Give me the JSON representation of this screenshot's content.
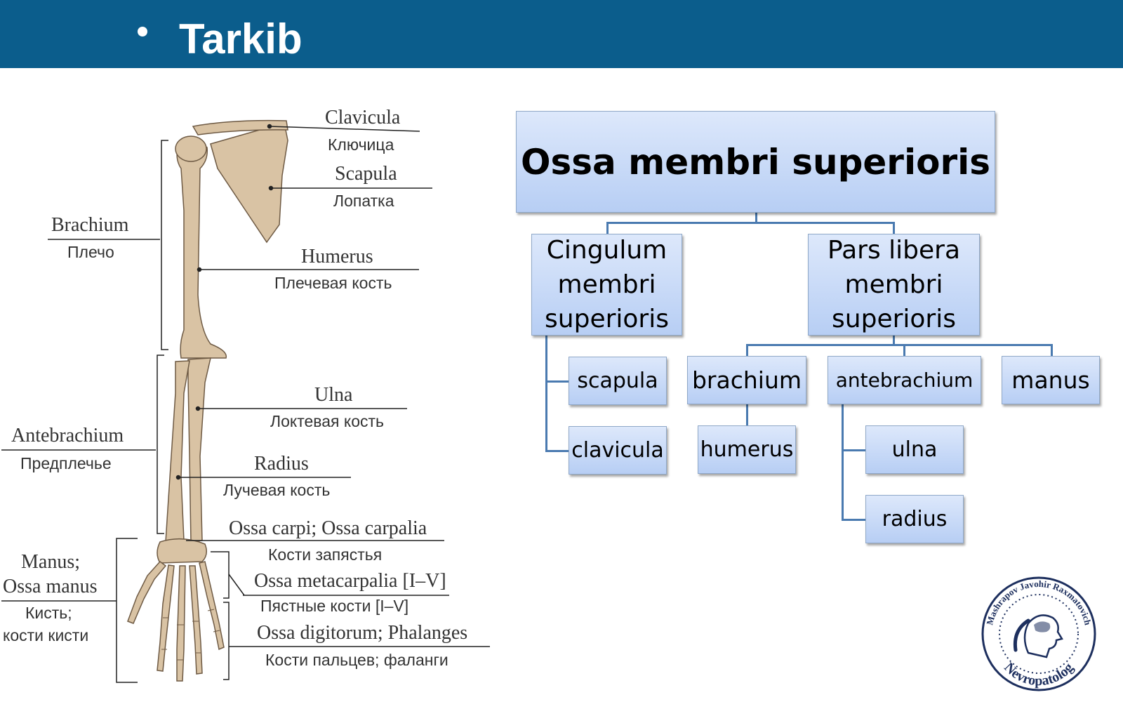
{
  "header": {
    "title": "Tarkib"
  },
  "anatomy": {
    "labels": {
      "clavicula": {
        "latin": "Clavicula",
        "russian": "Ключица"
      },
      "scapula": {
        "latin": "Scapula",
        "russian": "Лопатка"
      },
      "brachium": {
        "latin": "Brachium",
        "russian": "Плечо"
      },
      "humerus": {
        "latin": "Humerus",
        "russian": "Плечевая кость"
      },
      "ulna": {
        "latin": "Ulna",
        "russian": "Локтевая кость"
      },
      "antebrachium": {
        "latin": "Antebrachium",
        "russian": "Предплечье"
      },
      "radius": {
        "latin": "Radius",
        "russian": "Лучевая кость"
      },
      "carpi": {
        "latin": "Ossa carpi; Ossa carpalia",
        "russian": "Кости запястья"
      },
      "manus": {
        "latin1": "Manus;",
        "latin2": "Ossa manus",
        "russian1": "Кисть;",
        "russian2": "кости кисти"
      },
      "metacarpalia": {
        "latin": "Ossa metacarpalia [I–V]",
        "russian": "Пястные кости [I–V]"
      },
      "digitorum": {
        "latin": "Ossa digitorum; Phalanges",
        "russian": "Кости пальцев; фаланги"
      }
    }
  },
  "chart": {
    "root": "Ossa membri superioris",
    "cingulum": {
      "line1": "Cingulum",
      "line2": "membri",
      "line3": "superioris"
    },
    "pars": {
      "line1": "Pars libera",
      "line2": "membri",
      "line3": "superioris"
    },
    "scapula": "scapula",
    "clavicula": "clavicula",
    "brachium": "brachium",
    "humerus": "humerus",
    "antebrachium": "antebrachium",
    "ulna": "ulna",
    "radius": "radius",
    "manus": "manus"
  },
  "stamp": {
    "text": "Mashrapov Javohir Raxmatovich",
    "bottom_text": "Nevropatolog"
  },
  "colors": {
    "header": "#0b5d8c",
    "box_top": "#dde8fb",
    "box_bottom": "#b7cef4",
    "connector": "#4a7ab0",
    "bone": "#d9c3a4"
  }
}
